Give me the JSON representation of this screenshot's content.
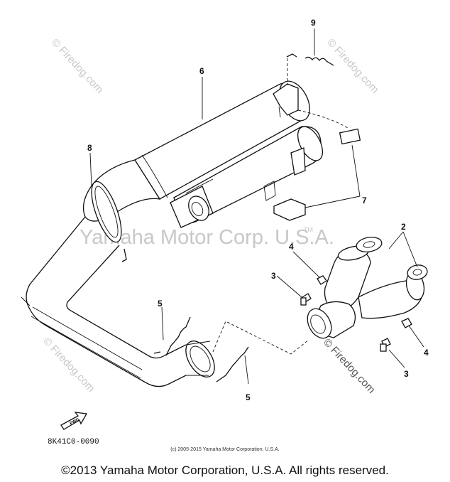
{
  "watermarks": {
    "center": "Yamaha Motor Corp. U.S.A.",
    "tm": "TM",
    "firedog_top": "© Firedog.com",
    "firedog_right": "© Firedog.com",
    "firedog_left": "© Firedog.com"
  },
  "callouts": {
    "c2": "2",
    "c3a": "3",
    "c3b": "3",
    "c4a": "4",
    "c4b": "4",
    "c5a": "5",
    "c5b": "5",
    "c6": "6",
    "c7": "7",
    "c8": "8",
    "c9": "9"
  },
  "fwd_label": "FWD",
  "part_code": "8K41C0-0090",
  "small_copyright": "(c) 2005-2015 Yamaha Motor Corporation, U.S.A.",
  "copyright": "©2013 Yamaha Motor Corporation, U.S.A. All rights reserved."
}
